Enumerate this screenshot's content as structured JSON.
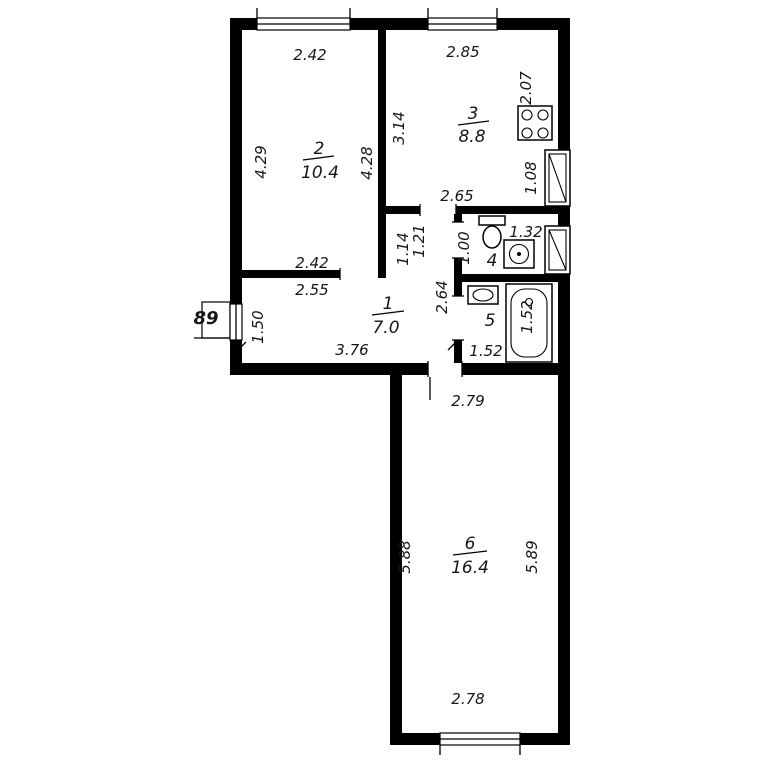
{
  "apartment_number": "89",
  "rooms": {
    "r1": {
      "number": "1",
      "area": "7.0"
    },
    "r2": {
      "number": "2",
      "area": "10.4"
    },
    "r3": {
      "number": "3",
      "area": "8.8"
    },
    "r4": {
      "number": "4"
    },
    "r5": {
      "number": "5"
    },
    "r6": {
      "number": "6",
      "area": "16.4"
    }
  },
  "dimensions": {
    "room2_top_width": "2.42",
    "room3_top_width": "2.85",
    "room3_right_height": "2.07",
    "room3_left_height": "3.14",
    "room2_left_height": "4.29",
    "room2_right_height": "4.28",
    "duct_height": "1.08",
    "hall_upper_top_width": "2.65",
    "room4_right_width": "1.32",
    "hall_upper_width_a": "1.21",
    "hall_upper_width_b": "1.14",
    "room4_left_height": "1.00",
    "room2_bottom_width": "2.42",
    "room2_bottom_width_b": "2.55",
    "hall_right_height": "2.64",
    "room5_right_height": "1.52",
    "hall_left_height": "1.50",
    "room5_bottom_width": "1.52",
    "hall_bottom_width": "3.76",
    "room6_top_width": "2.79",
    "room6_left_height": "5.88",
    "room6_right_height": "5.89",
    "room6_bottom_width": "2.78"
  },
  "fixture_names": [
    "stove",
    "toilet",
    "washing-machine",
    "washbasin",
    "bathtub",
    "ventilation-duct",
    "balcony"
  ]
}
